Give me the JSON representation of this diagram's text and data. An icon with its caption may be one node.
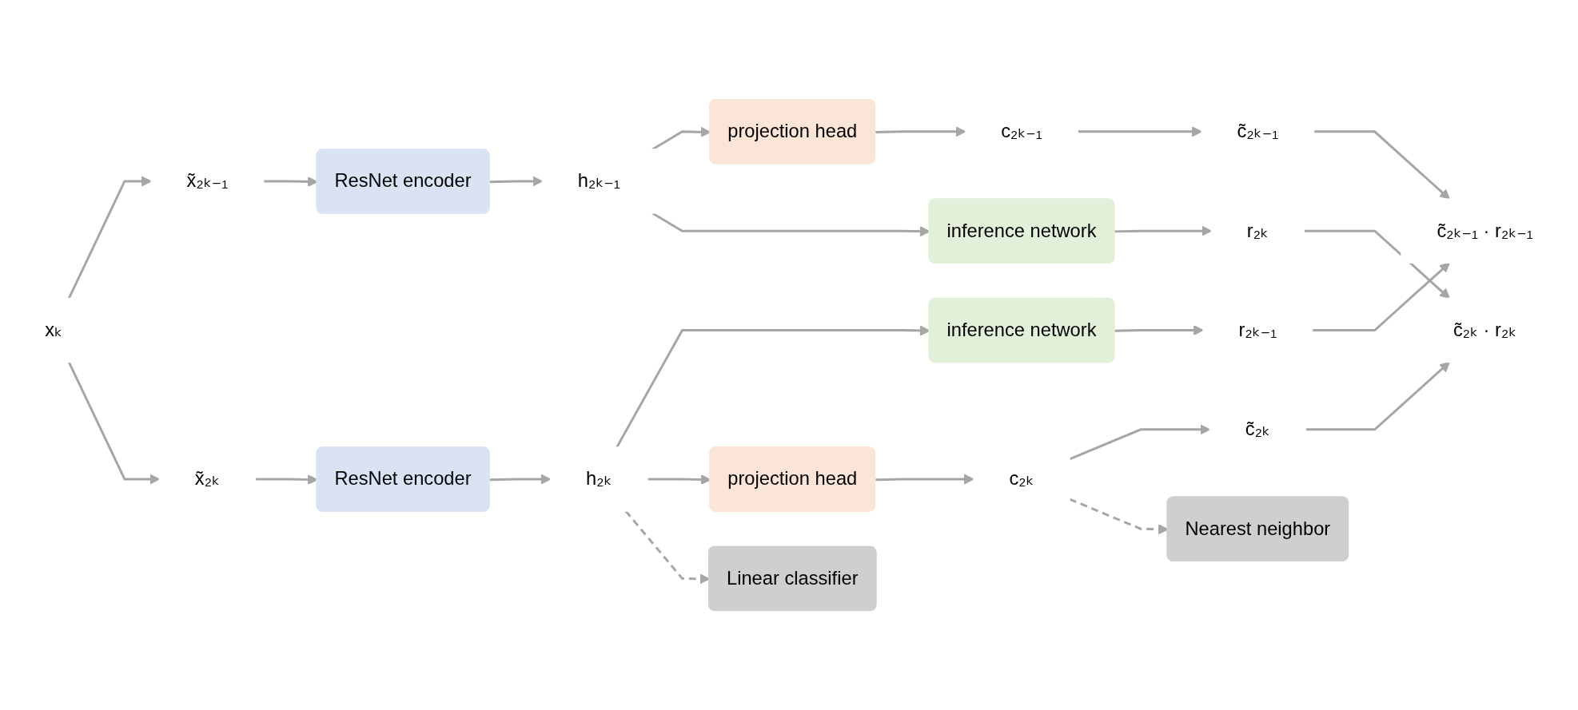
{
  "diagram": {
    "nodes": [
      {
        "text": [
          "x̃₂ₖ₋₁"
        ]
      },
      {
        "text": [
          "ResNet encoder"
        ]
      },
      {
        "text": [
          "h₂ₖ₋₁"
        ]
      },
      {
        "text": [
          "projection head"
        ]
      },
      {
        "text": [
          "c₂ₖ₋₁"
        ]
      },
      {
        "text": [
          "c̃₂ₖ₋₁"
        ]
      },
      {
        "text": [
          "c̃₂ₖ₋₁ · r₂ₖ₋₁"
        ]
      },
      {
        "text": [
          "inference network"
        ]
      },
      {
        "text": [
          "r₂ₖ₋₁"
        ]
      },
      {
        "text": [
          "xₖ"
        ]
      },
      {
        "text": [
          "inference network"
        ]
      },
      {
        "text": [
          "r₂ₖ"
        ]
      },
      {
        "text": [
          "x̃₂ₖ"
        ]
      },
      {
        "text": [
          "ResNet encoder"
        ]
      },
      {
        "text": [
          "h₂ₖ"
        ]
      },
      {
        "text": [
          "c̃₂ₖ · r₂ₖ"
        ]
      },
      {
        "text": [
          "projection head"
        ]
      },
      {
        "text": [
          "c₂ₖ"
        ]
      },
      {
        "text": [
          "c̃₂ₖ"
        ]
      },
      {
        "text": [
          "Linear classifier"
        ]
      },
      {
        "text": [
          "Nearest neighbor"
        ]
      }
    ],
    "edges": [
      {
        "from": 9,
        "to": 0,
        "arrow": "to"
      },
      {
        "from": 9,
        "to": 12,
        "arrow": "to"
      },
      {
        "from": 0,
        "to": 1,
        "arrow": "to"
      },
      {
        "from": 1,
        "to": 2,
        "arrow": "to"
      },
      {
        "from": 2,
        "to": 3,
        "arrow": "to"
      },
      {
        "from": 2,
        "to": 10,
        "arrow": "to"
      },
      {
        "from": 3,
        "to": 4,
        "arrow": "to"
      },
      {
        "from": 4,
        "to": 5,
        "arrow": "to"
      },
      {
        "from": 5,
        "to": 6,
        "arrow": "to"
      },
      {
        "from": 7,
        "to": 8,
        "arrow": "to"
      },
      {
        "from": 8,
        "to": 6,
        "arrow": "to"
      },
      {
        "from": 12,
        "to": 13,
        "arrow": "to"
      },
      {
        "from": 13,
        "to": 14,
        "arrow": "to"
      },
      {
        "from": 14,
        "to": 7,
        "arrow": "to"
      },
      {
        "from": 14,
        "to": 16,
        "arrow": "to"
      },
      {
        "from": 10,
        "to": 11,
        "arrow": "to"
      },
      {
        "from": 11,
        "to": 15,
        "arrow": "to"
      },
      {
        "from": 16,
        "to": 17,
        "arrow": "to"
      },
      {
        "from": 17,
        "to": 18,
        "arrow": "to"
      },
      {
        "from": 18,
        "to": 15,
        "arrow": "to"
      },
      {
        "from": 14,
        "to": 19,
        "arrow": "to",
        "style": "dashed"
      },
      {
        "from": 17,
        "to": 20,
        "arrow": "to",
        "style": "dashed"
      }
    ]
  }
}
